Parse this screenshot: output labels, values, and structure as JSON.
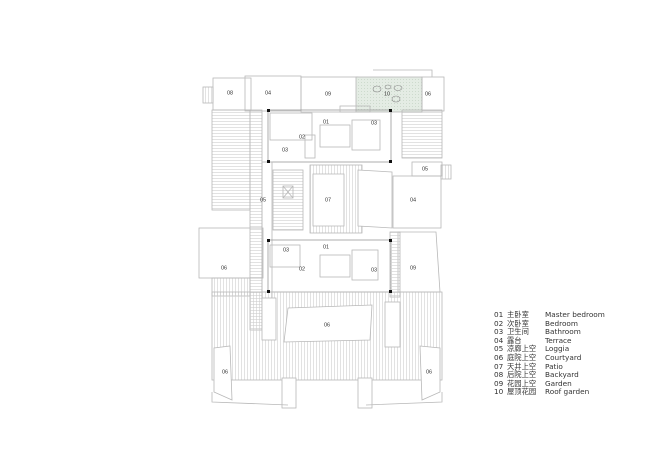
{
  "plan": {
    "labels": {
      "top_08": "08",
      "top_04": "04",
      "top_09": "09",
      "top_10": "10",
      "top_06": "06",
      "upper_01": "01",
      "upper_02": "02",
      "upper_03a": "03",
      "upper_03b": "03",
      "left_05": "05",
      "center_07": "07",
      "right_05": "05",
      "right_04": "04",
      "lower_01": "01",
      "lower_02": "02",
      "lower_03a": "03",
      "lower_03b": "03",
      "left_06": "06",
      "right_09": "09",
      "bottom_06": "06",
      "corner_06_left": "06",
      "corner_06_right": "06"
    },
    "colors": {
      "line": "#b8b8b8",
      "dark_line": "#888888",
      "roof_garden": "#dfe9df",
      "hatch": "#cfcfcf",
      "corner": "#111111"
    }
  },
  "legend": {
    "items": [
      {
        "num": "01",
        "zh": "主卧室",
        "en": "Master bedroom"
      },
      {
        "num": "02",
        "zh": "次卧室",
        "en": "Bedroom"
      },
      {
        "num": "03",
        "zh": "卫生间",
        "en": "Bathroom"
      },
      {
        "num": "04",
        "zh": "露台",
        "en": "Terrace"
      },
      {
        "num": "05",
        "zh": "凉廊上空",
        "en": "Loggia"
      },
      {
        "num": "06",
        "zh": "庭院上空",
        "en": "Courtyard"
      },
      {
        "num": "07",
        "zh": "天井上空",
        "en": "Patio"
      },
      {
        "num": "08",
        "zh": "后院上空",
        "en": "Backyard"
      },
      {
        "num": "09",
        "zh": "花园上空",
        "en": "Garden"
      },
      {
        "num": "10",
        "zh": "屋顶花园",
        "en": "Roof garden"
      }
    ]
  }
}
